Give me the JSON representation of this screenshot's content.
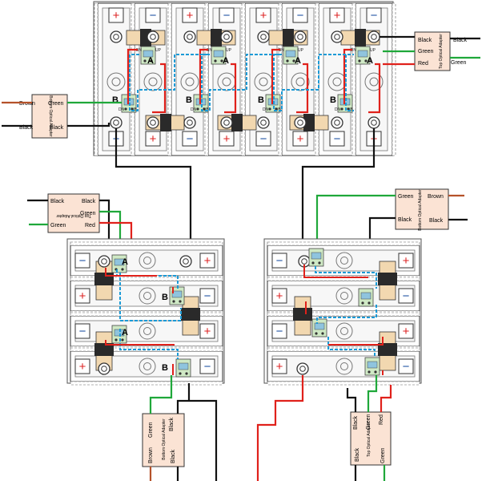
{
  "cells": {
    "positive": "+",
    "negative": "−"
  },
  "balancers": {
    "a": "A",
    "b": "B",
    "pin_bn": "BN",
    "pin_up": "UP",
    "pin_dn": "DN",
    "pin_ub": "UB"
  },
  "adapters": {
    "left": {
      "label": "Bottom Optical Adapter",
      "wires": [
        "Brown",
        "Green",
        "Black",
        "Black"
      ]
    },
    "top_right": {
      "label": "Top Optical Adapter",
      "wires": [
        "Black",
        "Black",
        "Green",
        "Green",
        "Red"
      ]
    },
    "mid_left": {
      "label": "Top Optical Adapter",
      "wires": [
        "Black",
        "Black",
        "Green",
        "Green",
        "Red"
      ]
    },
    "mid_right": {
      "label": "Bottom Optical Adapter",
      "wires": [
        "Green",
        "Brown",
        "Black",
        "Black"
      ]
    },
    "bottom_left": {
      "label": "Bottom Optical Adapter",
      "wires": [
        "Green",
        "Black",
        "Brown",
        "Black"
      ]
    },
    "bottom_right": {
      "label": "Top Optical Adapter",
      "wires": [
        "Black",
        "Green",
        "Red",
        "Black",
        "Green"
      ]
    }
  },
  "colors": {
    "wire_red": "#e0211b",
    "wire_green": "#1fa83a",
    "wire_black": "#111111",
    "wire_brown": "#b5522a",
    "wire_blue": "#1b9ad6",
    "adapter_fill": "#fbe3d4",
    "pcb_green": "#cfe9c5",
    "busbar": "#f2d8b0",
    "strap": "#2a2a2a"
  }
}
